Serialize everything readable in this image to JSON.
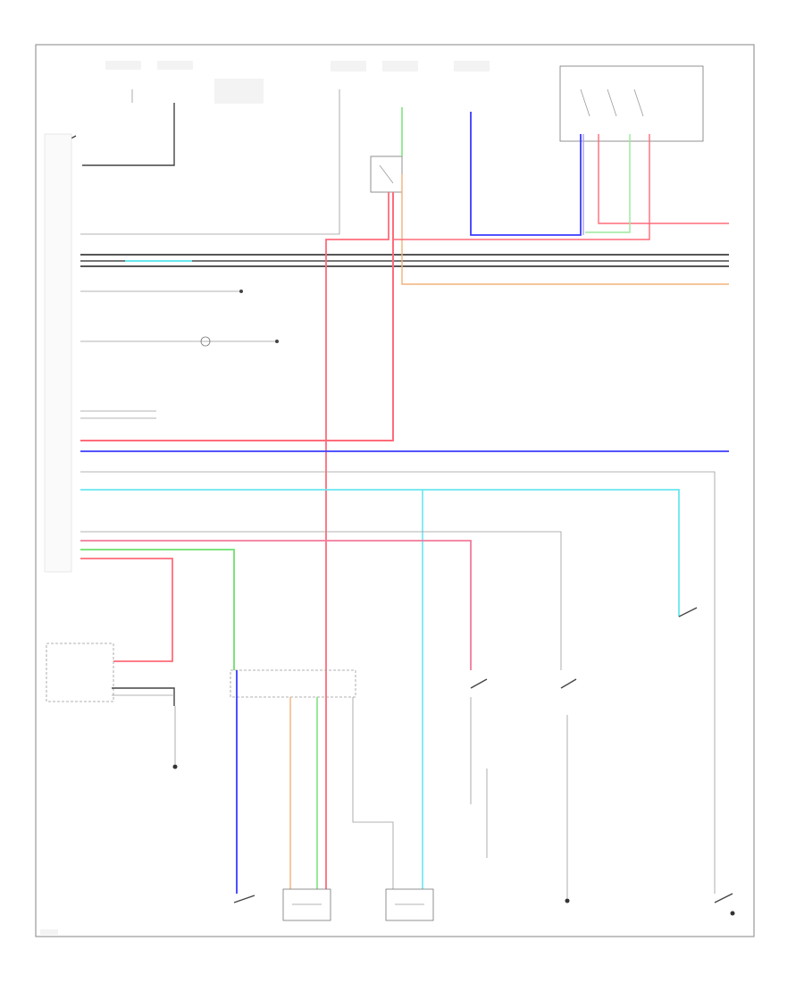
{
  "diagram": {
    "title": "",
    "footer_code": "",
    "colors": {
      "red": "#ff6b7a",
      "pink": "#f27a9a",
      "blue": "#3b3bff",
      "lavender": "#a8a0ff",
      "green": "#6de06d",
      "light_green": "#9be89b",
      "cyan": "#67e8ef",
      "orange": "#f2b27a",
      "gray": "#9a9a9a",
      "dark": "#444444"
    },
    "wire_colors": [
      "red",
      "pink",
      "blue",
      "lavender",
      "green",
      "light_green",
      "cyan",
      "orange",
      "gray",
      "dark"
    ]
  }
}
